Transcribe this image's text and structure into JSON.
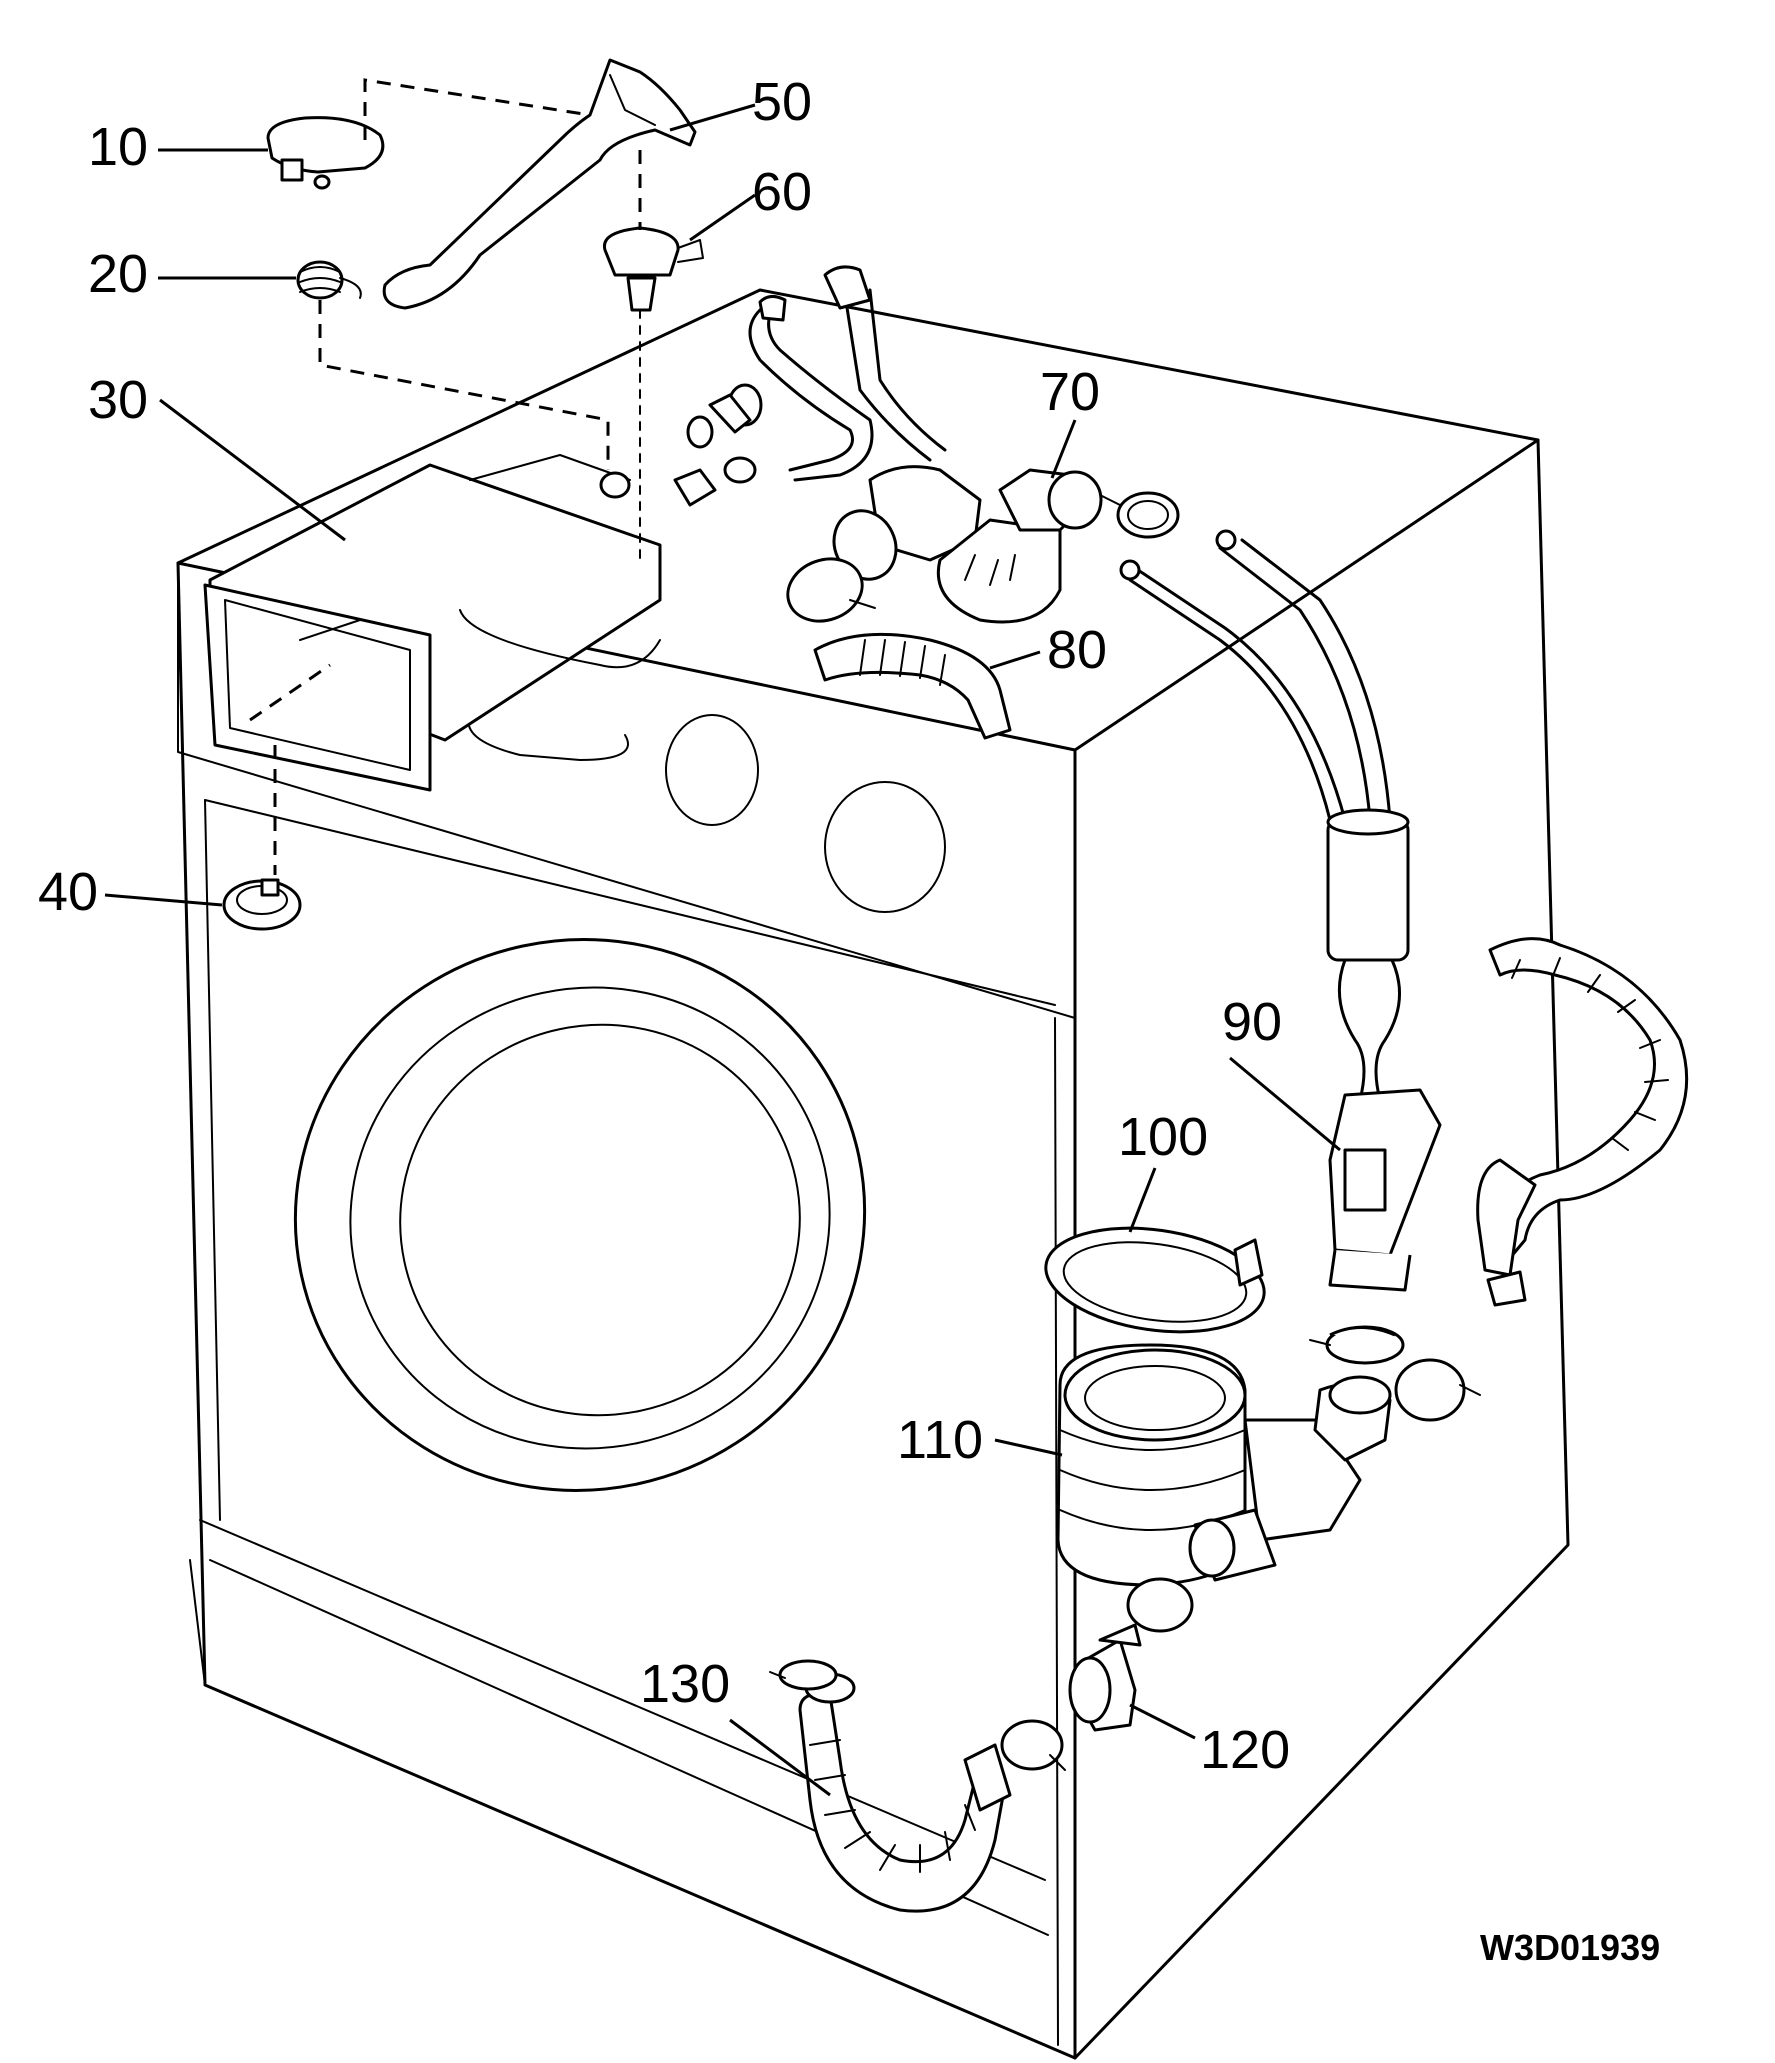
{
  "labels": {
    "p10": "10",
    "p20": "20",
    "p30": "30",
    "p40": "40",
    "p50": "50",
    "p60": "60",
    "p70": "70",
    "p80": "80",
    "p90": "90",
    "p100": "100",
    "p110": "110",
    "p120": "120",
    "p130": "130"
  },
  "drawing_code": "W3D01939",
  "colors": {
    "line": "#000000",
    "background": "#ffffff"
  }
}
